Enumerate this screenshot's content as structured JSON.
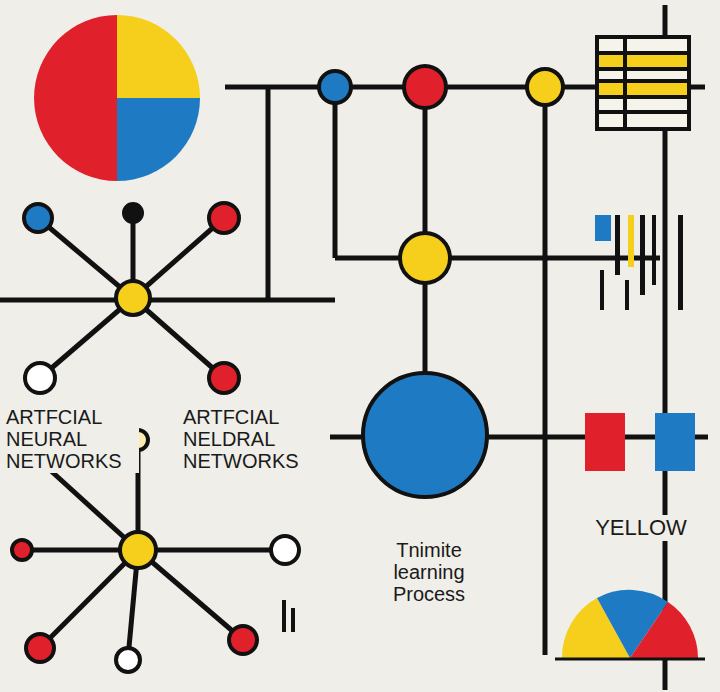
{
  "diagram": {
    "labels": [
      "ARTFCIAL NEURAL NETWORKS",
      "ARTFCIAL NELDRAL NETWORKS",
      "Tnimite learning Process",
      "YELLOW"
    ]
  }
}
